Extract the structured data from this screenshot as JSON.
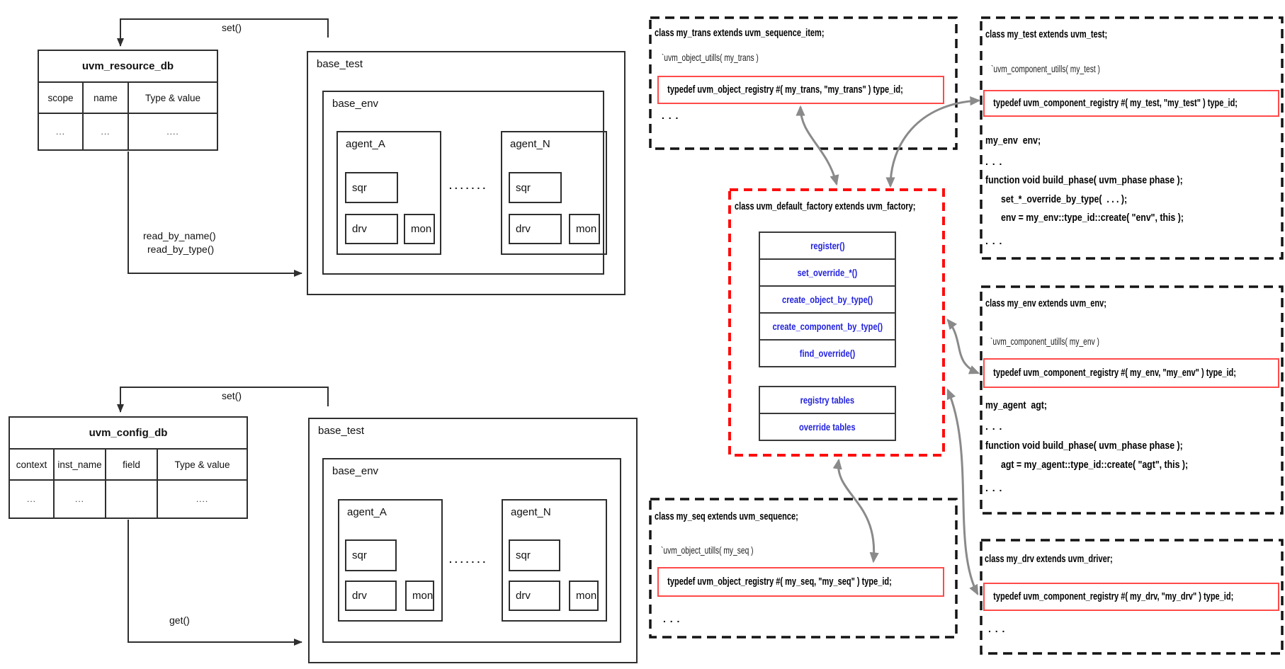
{
  "resource_db": {
    "title": "uvm_resource_db",
    "columns": [
      "scope",
      "name",
      "Type & value"
    ],
    "row": [
      "...",
      "...",
      "...."
    ]
  },
  "config_db": {
    "title": "uvm_config_db",
    "columns": [
      "context",
      "inst_name",
      "field",
      "Type & value"
    ],
    "row": [
      "...",
      "...",
      "",
      "...."
    ]
  },
  "labels": {
    "set": "set()",
    "get": "get()",
    "read_by_name": "read_by_name()",
    "read_by_type": "read_by_type()",
    "agents_dots": "......."
  },
  "base_test": {
    "title": "base_test",
    "env": "base_env",
    "agent_a": "agent_A",
    "agent_n": "agent_N",
    "sqr": "sqr",
    "drv": "drv",
    "mon": "mon"
  },
  "factory": {
    "header": "class uvm_default_factory extends uvm_factory;",
    "methods": [
      "register()",
      "set_override_*()",
      "create_object_by_type()",
      "create_component_by_type()",
      "find_override()"
    ],
    "tables": [
      "registry tables",
      "override tables"
    ]
  },
  "my_trans": {
    "line1": "class my_trans extends uvm_sequence_item;",
    "line2": "`uvm_object_utills( my_trans )",
    "typedef": "typedef uvm_object_registry #( my_trans, \"my_trans\" ) type_id;",
    "dots": ". . ."
  },
  "my_test": {
    "line1": "class my_test extends uvm_test;",
    "line2": "`uvm_component_utills( my_test )",
    "typedef": "typedef uvm_component_registry #( my_test, \"my_test\" ) type_id;",
    "body": [
      "my_env  env;",
      ". . .",
      "function void build_phase( uvm_phase phase );",
      "set_*_override_by_type(  . . . );",
      "env = my_env::type_id::create( \"env\", this );",
      ". . ."
    ]
  },
  "my_env": {
    "line1": "class my_env extends uvm_env;",
    "line2": "`uvm_component_utills( my_env )",
    "typedef": "typedef uvm_component_registry #( my_env, \"my_env\" ) type_id;",
    "body": [
      "my_agent  agt;",
      ". . .",
      "function void build_phase( uvm_phase phase );",
      "agt = my_agent::type_id::create( \"agt\", this );",
      ". . ."
    ]
  },
  "my_seq": {
    "line1": "class my_seq extends uvm_sequence;",
    "line2": "`uvm_object_utills( my_seq )",
    "typedef": "typedef uvm_object_registry #( my_seq, \"my_seq\" ) type_id;",
    "dots": ". . ."
  },
  "my_drv": {
    "line1": "class my_drv extends uvm_driver;",
    "typedef": "typedef uvm_component_registry #( my_drv, \"my_drv\" ) type_id;",
    "dots": ". . ."
  },
  "colors": {
    "dashed_black": "#141414",
    "factory_red": "#fd0d0d",
    "highlight_red": "#ff4a4a",
    "method_blue": "#2222dd",
    "arrow_gray": "#8a8a8a",
    "line_black": "#2f2f2f"
  }
}
